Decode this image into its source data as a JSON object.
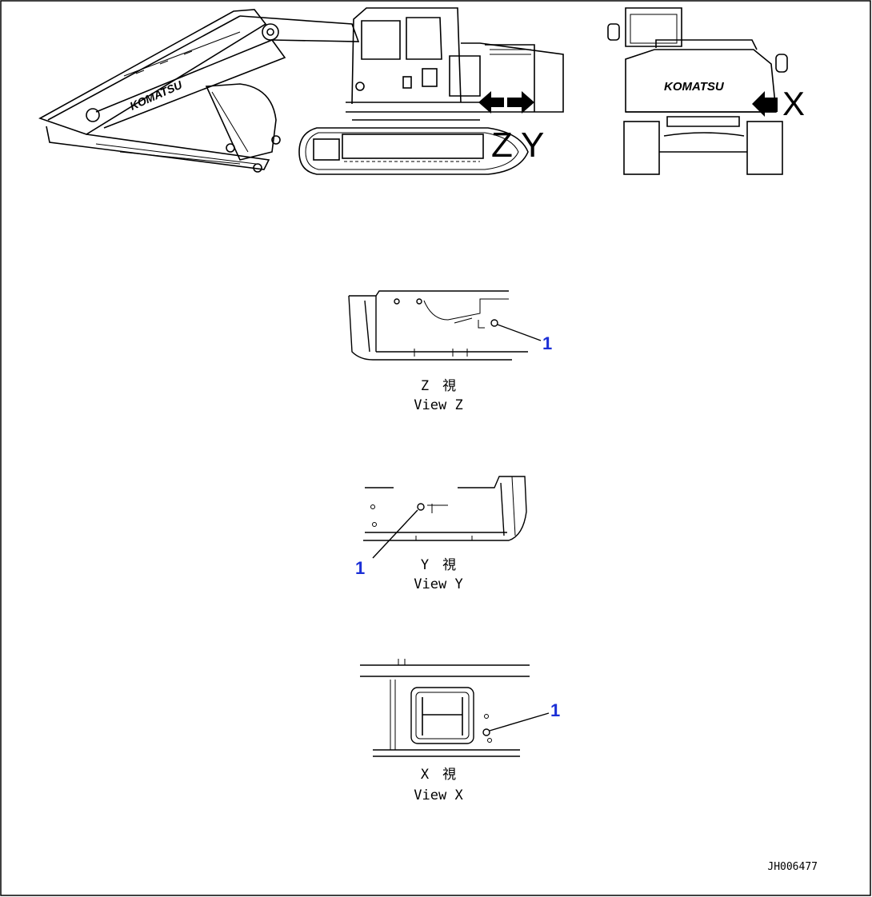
{
  "overview": {
    "brand_side": "KOMATSU",
    "brand_rear": "KOMATSU",
    "view_markers": [
      "Z",
      "Y",
      "X"
    ]
  },
  "views": [
    {
      "id": "Z",
      "label_jp": "Z　視",
      "label_en": "View Z",
      "callout": "1"
    },
    {
      "id": "Y",
      "label_jp": "Y　視",
      "label_en": "View Y",
      "callout": "1"
    },
    {
      "id": "X",
      "label_jp": "X　視",
      "label_en": "View X",
      "callout": "1"
    }
  ],
  "drawing_code": "JH006477",
  "colors": {
    "line": "#000000",
    "callout": "#1b2fd6"
  }
}
